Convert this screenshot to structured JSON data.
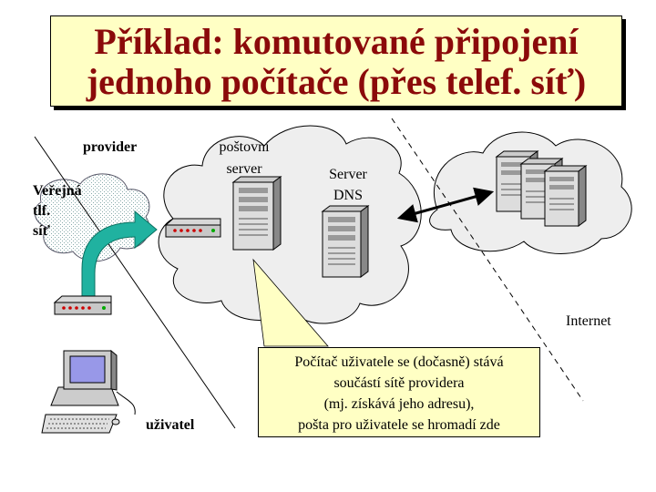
{
  "title": {
    "line1": "Příklad: komutované připojení",
    "line2": "jednoho počítače (přes telef. síť)"
  },
  "labels": {
    "provider": "provider",
    "mail_server_line1": "poštovní",
    "mail_server_line2": "server",
    "dns_line1": "Server",
    "dns_line2": "DNS",
    "phone_net_line1": "Veřejná",
    "phone_net_line2": "tlf.",
    "phone_net_line3": "síť",
    "internet": "Internet",
    "user": "uživatel"
  },
  "callout": {
    "line1": "Počítač uživatele se (dočasně) stává",
    "line2": "součástí sítě providera",
    "line3": "(mj. získává jeho adresu),",
    "line4": "pošta pro uživatele se hromadí zde"
  },
  "colors": {
    "title_text": "#8b0a0a",
    "title_bg": "#ffffc4",
    "cloud_fill": "#eeeeee",
    "phone_cloud": "#c4dcdc",
    "arrow": "#20b2a0",
    "screen": "#9898e8"
  },
  "icons": [
    "provider-cloud",
    "phone-network-cloud",
    "internet-cloud",
    "modem-icon",
    "server-tower-icon",
    "computer-icon",
    "double-arrow-icon"
  ]
}
